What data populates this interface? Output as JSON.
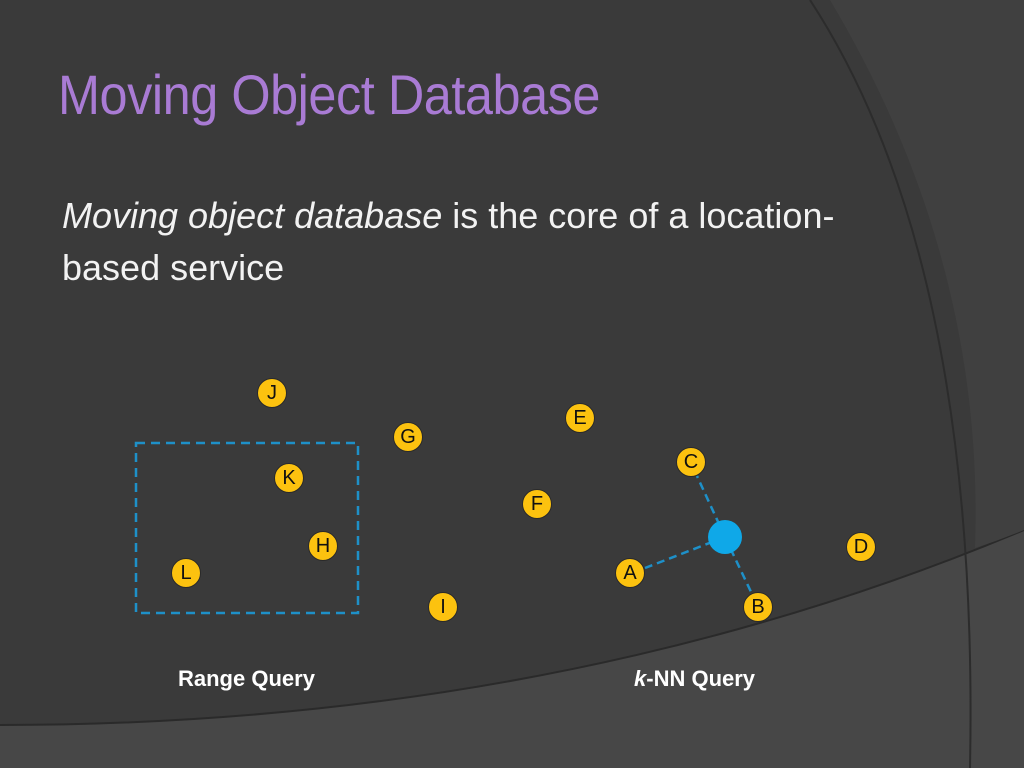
{
  "slide": {
    "title": "Moving Object Database",
    "body_em": "Moving object database",
    "body_rest": " is the core of a location-based service"
  },
  "colors": {
    "background": "#3a3a3a",
    "title": "#a97bd4",
    "node_fill": "#fcc20f",
    "query_point": "#0fa8e8",
    "dashed": "#1e90c8"
  },
  "diagram": {
    "nodes": [
      "J",
      "G",
      "E",
      "K",
      "C",
      "F",
      "H",
      "D",
      "L",
      "A",
      "I",
      "B"
    ],
    "range_query_caption": "Range Query",
    "knn_caption_k": "k",
    "knn_caption_rest": "-NN Query"
  }
}
